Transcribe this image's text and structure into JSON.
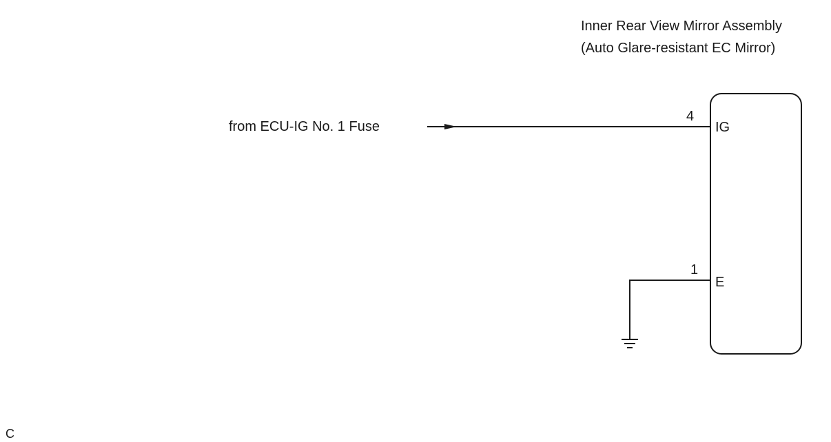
{
  "component": {
    "name_line1": "Inner Rear View Mirror Assembly",
    "name_line2": "(Auto Glare-resistant EC Mirror)"
  },
  "source": {
    "label": "from ECU-IG No. 1 Fuse"
  },
  "pins": [
    {
      "number": "4",
      "name": "IG"
    },
    {
      "number": "1",
      "name": "E"
    }
  ],
  "corner_code": "C"
}
